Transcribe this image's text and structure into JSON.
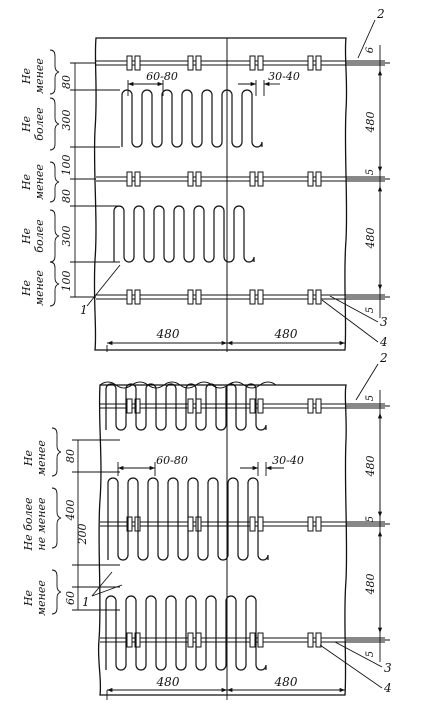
{
  "figure_top": {
    "callouts": {
      "c1": "1",
      "c2": "2",
      "c3": "3",
      "c4": "4"
    },
    "left_dims": [
      "80",
      "300",
      "100",
      "80",
      "300",
      "100"
    ],
    "left_labels": [
      [
        "Не",
        "менее"
      ],
      [
        "Не",
        "более"
      ],
      [
        "Не",
        "менее"
      ],
      [
        "Не",
        "более"
      ],
      [
        "Не",
        "менее"
      ]
    ],
    "pitch_label": "60-80",
    "gap_label": "30-40",
    "right_dims": [
      "6",
      "480",
      "5",
      "480",
      "5"
    ],
    "bottom_dims": [
      "480",
      "480"
    ]
  },
  "figure_bottom": {
    "callouts": {
      "c1": "1",
      "c2": "2",
      "c3": "3",
      "c4": "4"
    },
    "left_dims": [
      "80",
      "400",
      "200",
      "60"
    ],
    "left_labels": [
      [
        "Не",
        "менее"
      ],
      [
        "Не более",
        "не менее"
      ],
      [
        "Не",
        "менее"
      ]
    ],
    "pitch_label": "60-80",
    "gap_label": "30-40",
    "right_dims": [
      "5",
      "480",
      "5",
      "480",
      "5"
    ],
    "bottom_dims": [
      "480",
      "480"
    ]
  }
}
